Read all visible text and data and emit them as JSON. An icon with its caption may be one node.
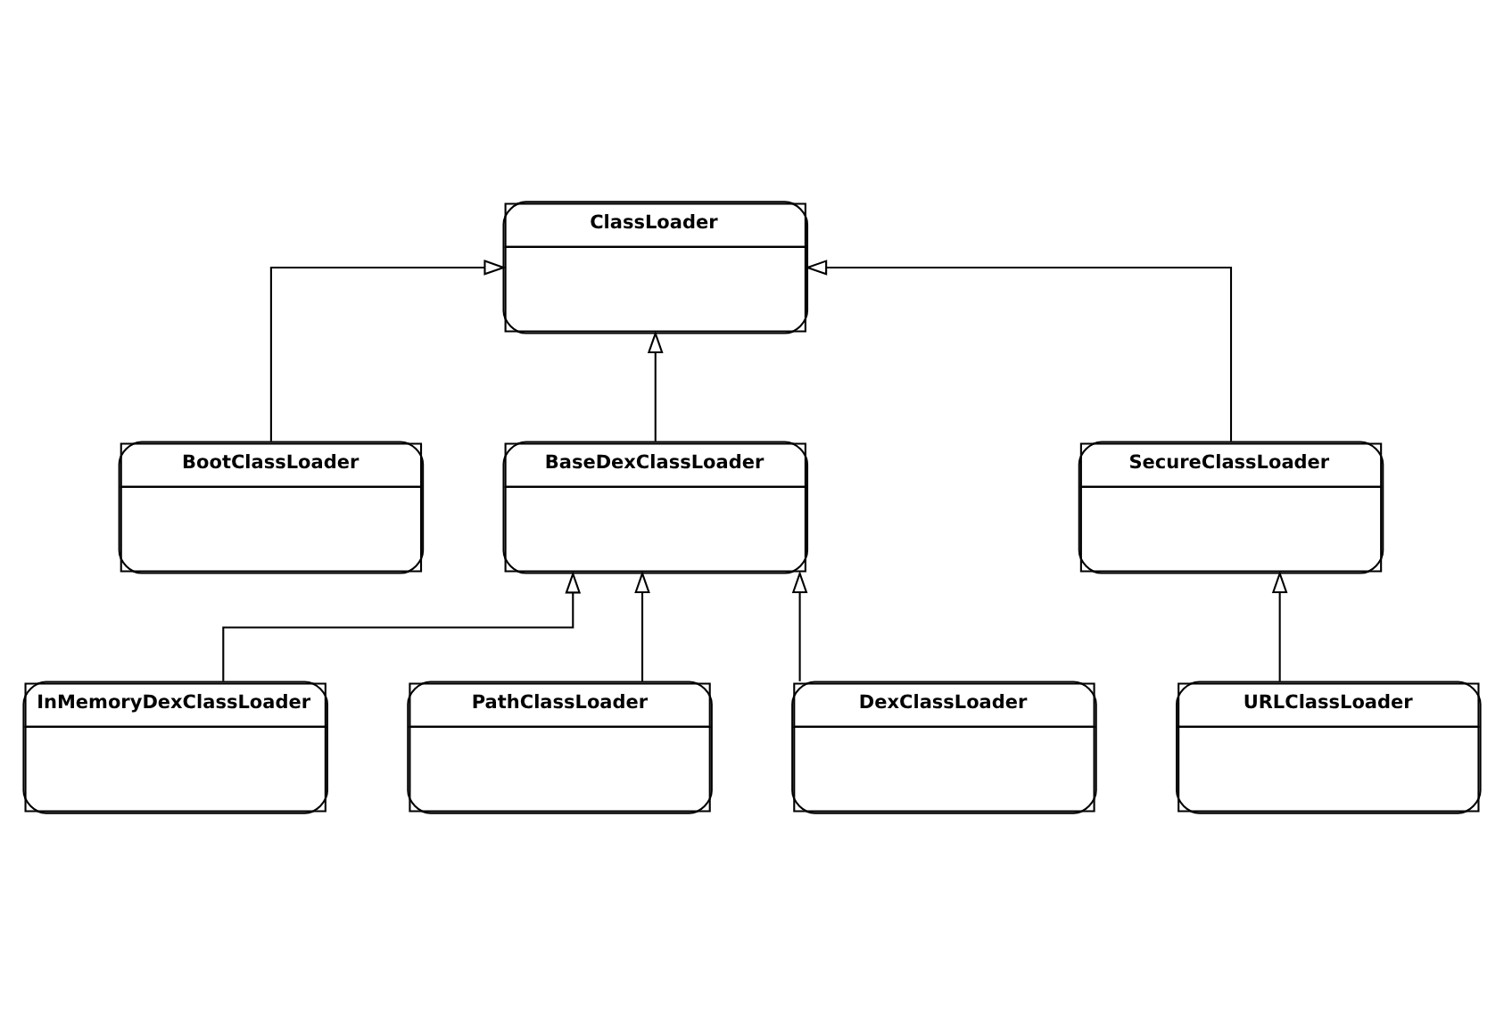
{
  "diagram": {
    "nodes": [
      {
        "text": [
          "ClassLoader"
        ]
      },
      {
        "text": [
          "BootClassLoader"
        ]
      },
      {
        "text": [
          "BaseDexClassLoader"
        ]
      },
      {
        "text": [
          "SecureClassLoader"
        ]
      },
      {
        "text": [
          "URLClassLoader"
        ]
      },
      {
        "text": [
          "InMemoryDexClassLoader"
        ]
      },
      {
        "text": [
          "PathClassLoader"
        ]
      },
      {
        "text": [
          "DexClassLoader"
        ]
      }
    ],
    "edges": [
      {
        "from": 1,
        "to": 0,
        "arrow": "to"
      },
      {
        "from": 2,
        "to": 0,
        "arrow": "to"
      },
      {
        "from": 3,
        "to": 0,
        "arrow": "to"
      },
      {
        "from": 4,
        "to": 3,
        "arrow": "to"
      },
      {
        "from": 5,
        "to": 2,
        "arrow": "to"
      },
      {
        "from": 6,
        "to": 2,
        "arrow": "to"
      },
      {
        "from": 7,
        "to": 2,
        "arrow": "to"
      }
    ]
  }
}
